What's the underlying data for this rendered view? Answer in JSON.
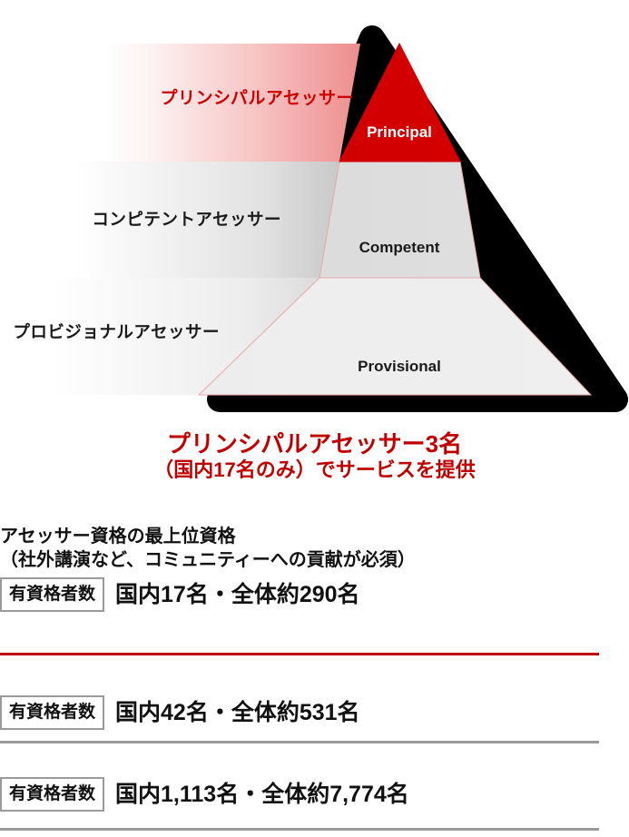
{
  "diagram": {
    "title_hidden": "",
    "shadow_color": "#000000",
    "tiers": [
      {
        "id": "principal",
        "label_jp": "プリンシパルアセッサー",
        "label_en": "Principal",
        "fill_color": "#d40000",
        "band_color": "#f5a8a8",
        "text_color": "#cc0000"
      },
      {
        "id": "competent",
        "label_jp": "コンピテントアセッサー",
        "label_en": "Competent",
        "fill_color": "#dddddd",
        "band_color": "#cfcfcf",
        "text_color": "#1a1a1a"
      },
      {
        "id": "provisional",
        "label_jp": "プロビジョナルアセッサー",
        "label_en": "Provisional",
        "fill_color": "#eeeeee",
        "band_color": "#e3e3e3",
        "text_color": "#1a1a1a"
      }
    ]
  },
  "headline": {
    "line1": "プリンシパルアセッサー3名",
    "line2": "（国内17名のみ）でサービスを提供",
    "color": "#c00000"
  },
  "details": {
    "principal": {
      "note_line1": "アセッサー資格の最上位資格",
      "note_line2": "（社外講演など、コミュニティーへの貢献が必須）",
      "count_tag": "有資格者数",
      "count_value": "国内17名・全体約290名"
    },
    "competent": {
      "count_tag": "有資格者数",
      "count_value": "国内42名・全体約531名"
    },
    "provisional": {
      "count_tag": "有資格者数",
      "count_value": "国内1,113名・全体約7,774名"
    }
  },
  "rules": {
    "red_color": "#c00000",
    "gray_color": "#9a9a9a"
  }
}
